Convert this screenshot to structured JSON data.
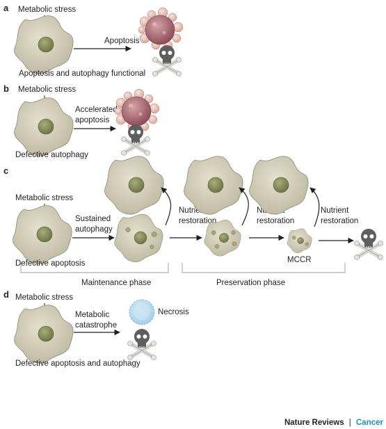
{
  "panels": {
    "a": {
      "letter": "a",
      "stimulus": "Metabolic stress",
      "arrow_label": "Apoptosis",
      "caption": "Apoptosis and autophagy functional"
    },
    "b": {
      "letter": "b",
      "stimulus": "Metabolic stress",
      "arrow_label_1": "Accelerated",
      "arrow_label_2": "apoptosis",
      "caption": "Defective autophagy"
    },
    "c": {
      "letter": "c",
      "stimulus": "Metabolic stress",
      "arrow_label_1": "Sustained",
      "arrow_label_2": "autophagy",
      "restoration_1": "Nutrient",
      "restoration_2": "restoration",
      "mccr": "MCCR",
      "caption": "Defective apoptosis",
      "maintenance": "Maintenance phase",
      "preservation": "Preservation phase"
    },
    "d": {
      "letter": "d",
      "stimulus": "Metabolic stress",
      "arrow_label_1": "Metabolic",
      "arrow_label_2": "catastrophe",
      "necrosis": "Necrosis",
      "caption": "Defective apoptosis and autophagy"
    }
  },
  "journal": {
    "name": "Nature Reviews",
    "separator": "|",
    "section": "Cancer"
  },
  "colors": {
    "cell_fill": "#cfcbb6",
    "cell_stroke": "#8e8a78",
    "nucleus": "#8f9462",
    "apoptotic_body": "#b0757f",
    "bleb": "#e8c2b8",
    "necrotic_cell": "#b8d9ee",
    "skull": "#5d5f5e",
    "journal_accent": "#1e90b8"
  }
}
